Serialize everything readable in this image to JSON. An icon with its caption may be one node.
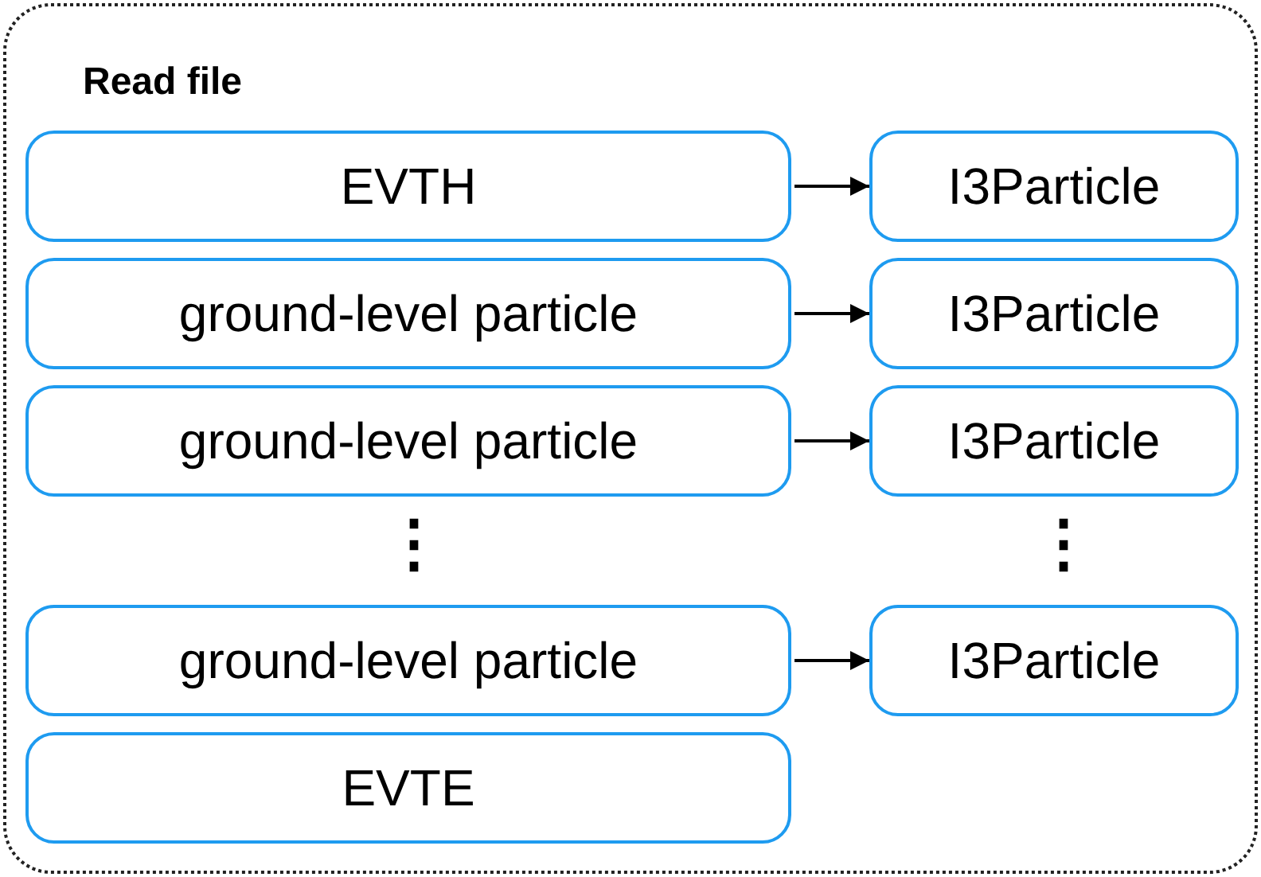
{
  "diagram": {
    "nodes": [
      {
        "text": [
          "Read file"
        ]
      },
      {
        "text": [
          "EVTH"
        ],
        "in": 0
      },
      {
        "text": [
          "I3Particle"
        ],
        "in": 0
      },
      {
        "text": [
          "ground-level particle"
        ],
        "in": 0
      },
      {
        "text": [
          "I3Particle"
        ],
        "in": 0
      },
      {
        "text": [
          "ground-level particle"
        ],
        "in": 0
      },
      {
        "text": [
          "I3Particle"
        ],
        "in": 0
      },
      {
        "text": [
          "ground-level particle"
        ],
        "in": 0
      },
      {
        "text": [
          "I3Particle"
        ],
        "in": 0
      },
      {
        "text": [
          "EVTE"
        ],
        "in": 0
      }
    ],
    "edges": [
      {
        "from": 1,
        "to": 2,
        "arrow": "to"
      },
      {
        "from": 3,
        "to": 4,
        "arrow": "to"
      },
      {
        "from": 5,
        "to": 6,
        "arrow": "to"
      },
      {
        "from": 7,
        "to": 8,
        "arrow": "to"
      }
    ],
    "labels": [
      "⋮",
      "⋮"
    ]
  }
}
